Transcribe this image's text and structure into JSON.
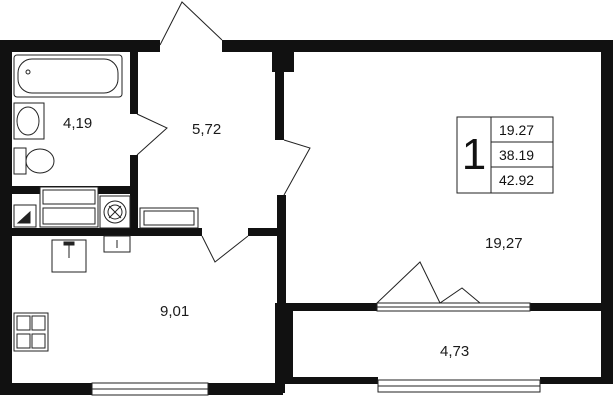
{
  "rooms": {
    "bathroom": "4,19",
    "hall": "5,72",
    "living": "19,27",
    "kitchen": "9,01",
    "balcony": "4,73"
  },
  "summary": {
    "rooms_count": "1",
    "living_area": "19.27",
    "total_area": "38.19",
    "total_area_with_balcony": "42.92"
  },
  "colors": {
    "wall": "#111111",
    "line": "#222222",
    "window_fill": "#ffffff"
  }
}
